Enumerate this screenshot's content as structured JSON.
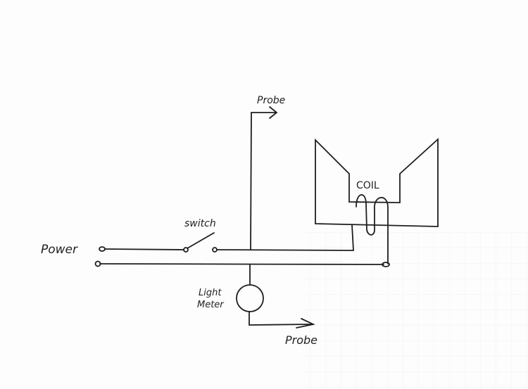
{
  "labels": {
    "power": "Power",
    "switch": "switch",
    "probe_top": "Probe",
    "coil": "COIL",
    "light_meter_line1": "Light",
    "light_meter_line2": "Meter",
    "probe_bottom": "Probe"
  },
  "colors": {
    "ink": "#1e1e1e",
    "paper": "#fdfdfd",
    "grid": "#ececec"
  }
}
